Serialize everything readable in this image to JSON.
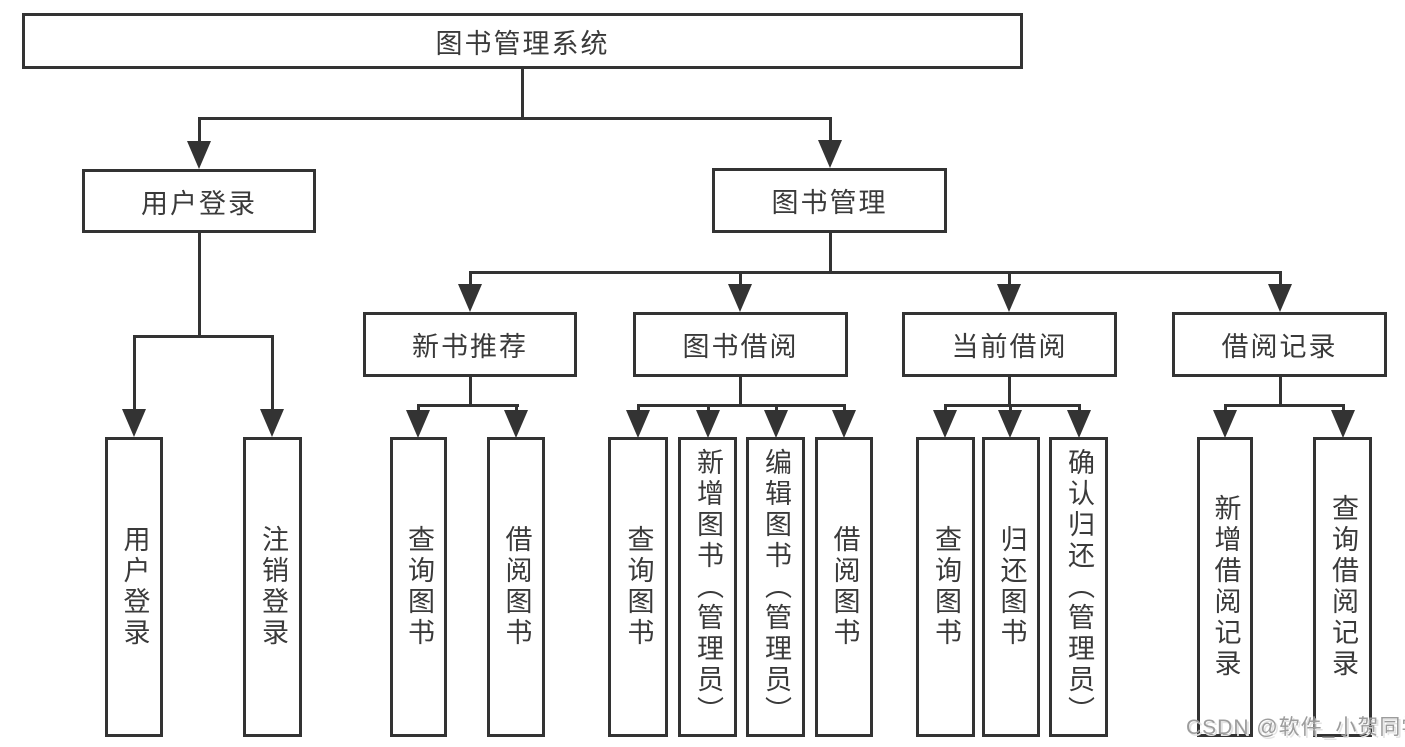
{
  "tree": {
    "label": "图书管理系统",
    "children": [
      {
        "label": "用户登录",
        "children": [
          {
            "label": "用户登录"
          },
          {
            "label": "注销登录"
          }
        ]
      },
      {
        "label": "图书管理",
        "children": [
          {
            "label": "新书推荐",
            "children": [
              {
                "label": "查询图书"
              },
              {
                "label": "借阅图书"
              }
            ]
          },
          {
            "label": "图书借阅",
            "children": [
              {
                "label": "查询图书"
              },
              {
                "label": "新增图书（管理员）"
              },
              {
                "label": "编辑图书（管理员）"
              },
              {
                "label": "借阅图书"
              }
            ]
          },
          {
            "label": "当前借阅",
            "children": [
              {
                "label": "查询图书"
              },
              {
                "label": "归还图书"
              },
              {
                "label": "确认归还（管理员）"
              }
            ]
          },
          {
            "label": "借阅记录",
            "children": [
              {
                "label": "新增借阅记录"
              },
              {
                "label": "查询借阅记录"
              }
            ]
          }
        ]
      }
    ]
  },
  "watermark": {
    "text": "CSDN @软件_小贺同学"
  },
  "colors": {
    "line": "#333333",
    "box_border": "#333333",
    "text": "#3a3a3a",
    "watermark": "#9c9c9c",
    "background": "#ffffff"
  }
}
